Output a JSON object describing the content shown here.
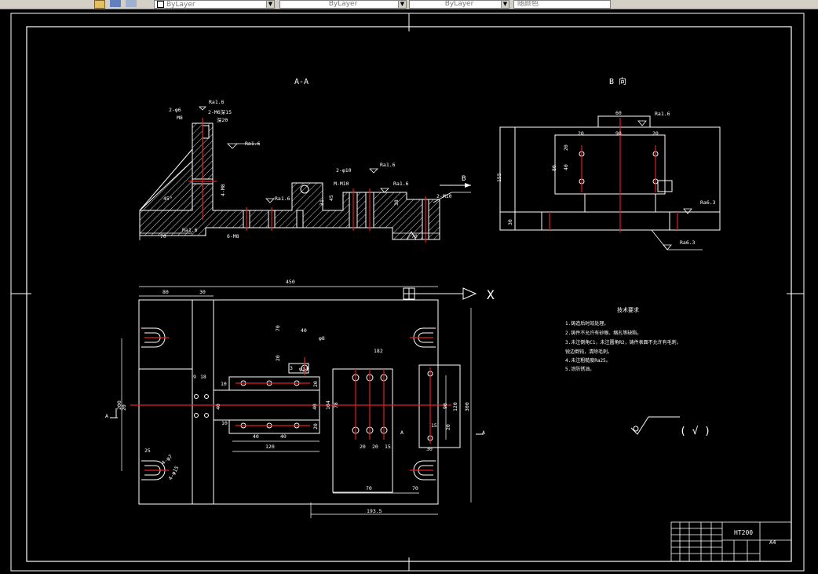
{
  "toolbar": {
    "layer_color": "ByLayer",
    "layer_linetype": "ByLayer",
    "layer_lineweight": "ByLayer",
    "plot_style": "随颜色"
  },
  "command_line": {
    "text": ""
  },
  "drawing": {
    "section_aa_title": "A-A",
    "view_b_title": "B 向",
    "b_arrow_label": "B",
    "x_axis_label": "X",
    "angle_45": "45°",
    "roughness": [
      "Ra1.6",
      "Ra1.6",
      "Ra1.6",
      "Ra1.6",
      "Ra1.6",
      "Ra1.6",
      "Ra6.3",
      "Ra6.3"
    ],
    "aa_labels": {
      "hole_2phi6": "2-φ6",
      "hole_m8": "M8",
      "hole_2m6": "2-M6深15",
      "depth20": "深20",
      "thread_4m8": "4-M8",
      "thread_6m8": "6-M8",
      "hole_2phi10": "2-φ10",
      "thread_m10": "M-M10",
      "thread_2m10": "2-M10",
      "dim_70a": "70",
      "dim_70b": "70",
      "dim_31": "31",
      "dim_45": "45",
      "dim_38": "38"
    },
    "b_labels": {
      "dim_60": "60",
      "dim_20a": "20",
      "dim_90": "90",
      "dim_20b": "20",
      "dim_20c": "20",
      "dim_40": "40",
      "dim_80": "80",
      "dim_155": "155",
      "dim_30": "30"
    },
    "plan_labels": {
      "dim_450": "450",
      "dim_80": "80",
      "dim_30": "30",
      "dim_70": "70",
      "dim_40": "40",
      "hole_phi8": "φ8",
      "dim_182": "182",
      "dim_20a": "20",
      "dim_3": "3",
      "dim_phi14": "φ14",
      "dim_9": "9",
      "dim_18": "18",
      "dim_20b": "20",
      "dim_10a": "10",
      "dim_20c": "20",
      "dim_40b": "40",
      "dim_40c": "40",
      "dim_104": "104",
      "dim_78": "78",
      "dim_200": "200",
      "dim_10b": "10",
      "dim_20d": "20",
      "dim_40d": "40",
      "dim_40e": "40",
      "dim_120": "120",
      "dim_20e": "20",
      "dim_90": "90",
      "dim_120b": "120",
      "dim_15": "15",
      "dim_300": "300",
      "dim_25": "25",
      "hole_4phi7": "4-φ7",
      "hole_4phi15": "4-φ15",
      "dim_30b": "30",
      "dim_20f": "20",
      "dim_20g": "20",
      "dim_15b": "15",
      "dim_70b": "70",
      "dim_70c": "70",
      "dim_1935": "193.5",
      "section_a_left": "A",
      "section_a_right": "A",
      "section_a_mid": "A"
    },
    "tech_req_title": "技术要求",
    "tech_req": [
      "1.铸造后时效处理。",
      "2.铸件不允许有砂眼、缩孔等缺陷。",
      "3.未注倒角C1，未注圆角R2，铸件表面不允许有毛刺，",
      "锐边倒钝，清除毛刺。",
      "4.未注粗糙度Ra25。",
      "5.涂防锈油。"
    ],
    "surface_note": "( √ )",
    "title_block": {
      "material": "HT200",
      "sheet": "A4"
    }
  }
}
